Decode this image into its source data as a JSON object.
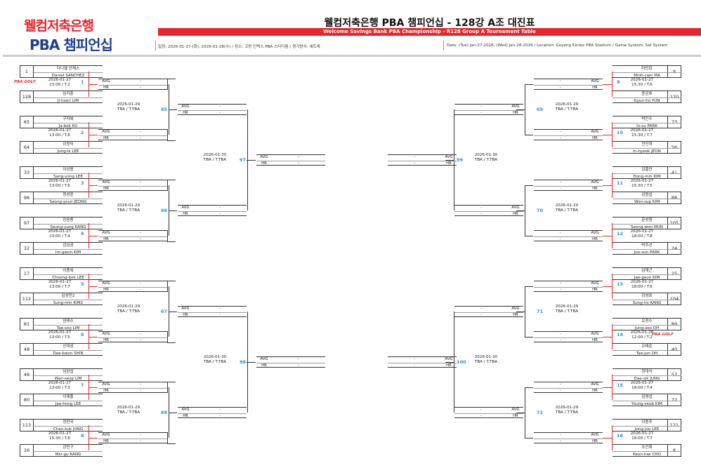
{
  "brand": {
    "line1": "웰컴저축은행",
    "line2": "PBA 챔피언십"
  },
  "header": {
    "title": "웰컴저축은행 PBA 챔피언십 - 128강 A조 대진표",
    "subtitle": "Welcome Savings Bank PBA Championship - R128 Group A Tournament Table",
    "info_kr": "일정: 2026-01-27-(화), 2026-01-28(수) / 장소: 고양 킨텍스 PBA 스타디움 / 경기방식: 세트제",
    "info_en": "Date: (Tue) Jan-27-2026, (Wed) Jan-28-2026 / Location: Goyang Kintex PBA Stadium / Game System: Set System"
  },
  "sponsor_tag": "PBA GOLF",
  "labels": {
    "avg": "AVG",
    "hr": "HR",
    "dash": "-"
  },
  "r128_left": [
    {
      "num": "1",
      "time": "2026-01-27",
      "slot": "23:00 / T.2",
      "p1": {
        "seed": "1",
        "kr": "다니엘 산체스",
        "en": "Daniel SANCHEZ"
      },
      "p2": {
        "seed": "128",
        "kr": "임지훈",
        "en": "Ji-hoon LIM"
      }
    },
    {
      "num": "2",
      "time": "2026-01-27",
      "slot": "13:00 / T.8",
      "p1": {
        "seed": "65",
        "kr": "구자복",
        "en": "Ja-bok KU"
      },
      "p2": {
        "seed": "64",
        "kr": "이정익",
        "en": "Jung-ik LEE"
      }
    },
    {
      "num": "3",
      "time": "2026-01-27",
      "slot": "13:00 / T.6",
      "p1": {
        "seed": "33",
        "kr": "이상용",
        "en": "Sang-yong LEE"
      },
      "p2": {
        "seed": "96",
        "kr": "정성윤",
        "en": "Seong-youn JEONG"
      }
    },
    {
      "num": "4",
      "time": "2026-01-27",
      "slot": "13:00 / T.4",
      "p1": {
        "seed": "97",
        "kr": "강승용",
        "en": "Seung-yung KANG"
      },
      "p2": {
        "seed": "32",
        "kr": "김임권",
        "en": "Im-gwon KIM"
      }
    },
    {
      "num": "5",
      "time": "2026-01-27",
      "slot": "13:00 / T.7",
      "p1": {
        "seed": "17",
        "kr": "이충복",
        "en": "Choong-bok LEE"
      },
      "p2": {
        "seed": "112",
        "kr": "김성민2",
        "en": "Sung-min KIM2"
      }
    },
    {
      "num": "6",
      "time": "2026-01-27",
      "slot": "13:00 / T.5",
      "p1": {
        "seed": "81",
        "kr": "임태수",
        "en": "Tae-soo LIM"
      },
      "p2": {
        "seed": "48",
        "kr": "신대권",
        "en": "Dae-kwon SHIN"
      }
    },
    {
      "num": "7",
      "time": "2026-01-27",
      "slot": "13:00 / T.3",
      "p1": {
        "seed": "49",
        "kr": "임완섭",
        "en": "Wan-seop LIM"
      },
      "p2": {
        "seed": "80",
        "kr": "이재홍",
        "en": "Jae-hong LEE"
      }
    },
    {
      "num": "8",
      "time": "2026-01-27",
      "slot": "15:30 / T.8",
      "p1": {
        "seed": "113",
        "kr": "정찬국",
        "en": "Chan-kuk JUNG"
      },
      "p2": {
        "seed": "16",
        "kr": "강민구",
        "en": "Min-gu KANG"
      }
    }
  ],
  "r128_right": [
    {
      "num": "9",
      "time": "2026-01-27",
      "slot": "15:30 / T.6",
      "p1": {
        "seed": "9",
        "kr": "마민캄",
        "en": "Minh-cam MA"
      },
      "p2": {
        "seed": "120",
        "kr": "윤균호",
        "en": "Gyun-ho YUN"
      }
    },
    {
      "num": "10",
      "time": "2026-01-27",
      "slot": "15:30 / T.7",
      "p1": {
        "seed": "73",
        "kr": "박인수",
        "en": "In-su PARK"
      },
      "p2": {
        "seed": "56",
        "kr": "전인혁",
        "en": "In-hyeok JEON"
      }
    },
    {
      "num": "11",
      "time": "2026-01-27",
      "slot": "15:30 / T.5",
      "p1": {
        "seed": "41",
        "kr": "김홍민",
        "en": "Hong-min KIM"
      },
      "p2": {
        "seed": "88",
        "kr": "김원섭",
        "en": "Won-sup KIM"
      }
    },
    {
      "num": "12",
      "time": "2026-01-27",
      "slot": "18:00 / T.8",
      "p1": {
        "seed": "105",
        "kr": "문성원",
        "en": "Seong-won MUN"
      },
      "p2": {
        "seed": "24",
        "kr": "박주선",
        "en": "Joo-sun PARK"
      }
    },
    {
      "num": "13",
      "time": "2026-01-27",
      "slot": "18:00 / T.6",
      "p1": {
        "seed": "25",
        "kr": "김재근",
        "en": "Jae-geun KIM"
      },
      "p2": {
        "seed": "104",
        "kr": "강성호",
        "en": "Sung-ho KANG"
      }
    },
    {
      "num": "14",
      "time": "2026-01-28",
      "slot": "12:00 / T.2",
      "p1": {
        "seed": "89",
        "kr": "오정수",
        "en": "Jung-soo OH"
      },
      "p2": {
        "seed": "40",
        "kr": "오태준",
        "en": "Tae-jun OH"
      }
    },
    {
      "num": "15",
      "time": "2026-01-27",
      "slot": "18:00 / T.4",
      "p1": {
        "seed": "57",
        "kr": "정대식",
        "en": "Dae-sik JUNG"
      },
      "p2": {
        "seed": "72",
        "kr": "김영섭",
        "en": "Young-seob KIM"
      }
    },
    {
      "num": "16",
      "time": "2026-01-27",
      "slot": "18:00 / T.7",
      "p1": {
        "seed": "121",
        "kr": "이종주",
        "en": "Jong-joo LEE"
      },
      "p2": {
        "seed": "8",
        "kr": "조건휘",
        "en": "Keon-hwi CHO"
      }
    }
  ],
  "r64_left": [
    {
      "num": "65",
      "time": "2026-01-29",
      "slot": "TBA / T.TBA"
    },
    {
      "num": "66",
      "time": "2026-01-29",
      "slot": "TBA / T.TBA"
    },
    {
      "num": "67",
      "time": "2026-01-29",
      "slot": "TBA / T.TBA"
    },
    {
      "num": "68",
      "time": "2026-01-29",
      "slot": "TBA / T.TBA"
    }
  ],
  "r64_right": [
    {
      "num": "69",
      "time": "2026-01-29",
      "slot": "TBA / T.TBA"
    },
    {
      "num": "70",
      "time": "2026-01-29",
      "slot": "TBA / T.TBA"
    },
    {
      "num": "71",
      "time": "2026-01-29",
      "slot": "TBA / T.TBA"
    },
    {
      "num": "72",
      "time": "2026-01-29",
      "slot": "TBA / T.TBA"
    }
  ],
  "r32_left": [
    {
      "num": "97",
      "time": "2026-01-30",
      "slot": "TBA / T.TBA"
    },
    {
      "num": "98",
      "time": "2026-01-30",
      "slot": "TBA / T.TBA"
    }
  ],
  "r32_right": [
    {
      "num": "99",
      "time": "2026-01-30",
      "slot": "TBA / T.TBA"
    },
    {
      "num": "100",
      "time": "2026-01-30",
      "slot": "TBA / T.TBA"
    }
  ]
}
